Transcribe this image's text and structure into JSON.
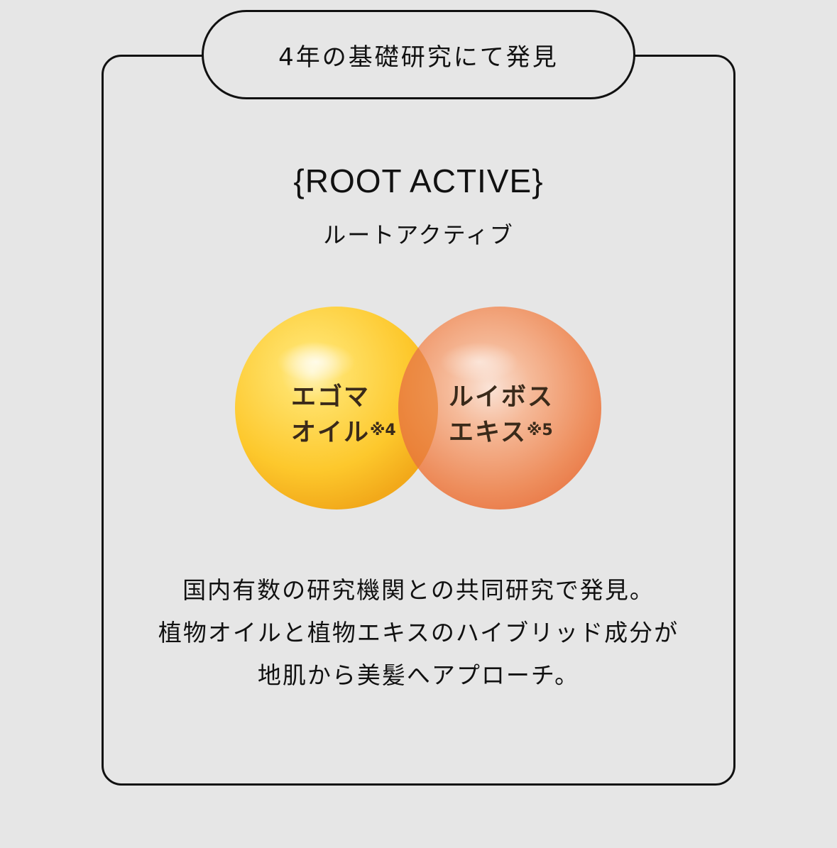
{
  "header": {
    "pill_label": "4年の基礎研究にて発見"
  },
  "title": {
    "english": "{ROOT ACTIVE}",
    "japanese": "ルートアクティブ"
  },
  "venn": {
    "left": {
      "line1": "エゴマ",
      "line2": "オイル",
      "note": "※4",
      "color": "#fbc02d"
    },
    "right": {
      "line1": "ルイボス",
      "line2": "エキス",
      "note": "※5",
      "color": "#ef7f4a"
    }
  },
  "description": {
    "line1": "国内有数の研究機関との共同研究で発見。",
    "line2": "植物オイルと植物エキスのハイブリッド成分が",
    "line3": "地肌から美髪へアプローチ。"
  }
}
